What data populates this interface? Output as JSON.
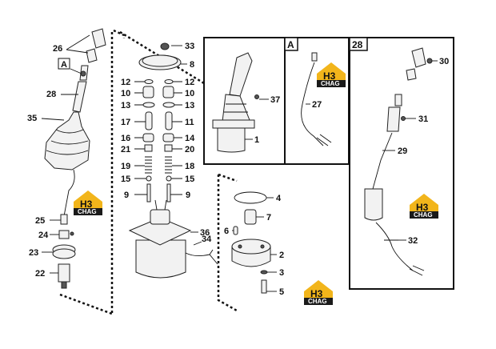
{
  "callouts": [
    {
      "id": "c26",
      "text": "26"
    },
    {
      "id": "cA",
      "text": "A"
    },
    {
      "id": "c28",
      "text": "28"
    },
    {
      "id": "c35",
      "text": "35"
    },
    {
      "id": "c25",
      "text": "25"
    },
    {
      "id": "c24",
      "text": "24"
    },
    {
      "id": "c23",
      "text": "23"
    },
    {
      "id": "c22",
      "text": "22"
    },
    {
      "id": "c33",
      "text": "33"
    },
    {
      "id": "c8",
      "text": "8"
    },
    {
      "id": "c12a",
      "text": "12"
    },
    {
      "id": "c12b",
      "text": "12"
    },
    {
      "id": "c10a",
      "text": "10"
    },
    {
      "id": "c10b",
      "text": "10"
    },
    {
      "id": "c13a",
      "text": "13"
    },
    {
      "id": "c13b",
      "text": "13"
    },
    {
      "id": "c17",
      "text": "17"
    },
    {
      "id": "c11",
      "text": "11"
    },
    {
      "id": "c16",
      "text": "16"
    },
    {
      "id": "c14",
      "text": "14"
    },
    {
      "id": "c21",
      "text": "21"
    },
    {
      "id": "c20",
      "text": "20"
    },
    {
      "id": "c19",
      "text": "19"
    },
    {
      "id": "c18",
      "text": "18"
    },
    {
      "id": "c15a",
      "text": "15"
    },
    {
      "id": "c15b",
      "text": "15"
    },
    {
      "id": "c9a",
      "text": "9"
    },
    {
      "id": "c9b",
      "text": "9"
    },
    {
      "id": "c36",
      "text": "36"
    },
    {
      "id": "c34",
      "text": "34"
    },
    {
      "id": "c4",
      "text": "4"
    },
    {
      "id": "c7",
      "text": "7"
    },
    {
      "id": "c6",
      "text": "6"
    },
    {
      "id": "c2",
      "text": "2"
    },
    {
      "id": "c3",
      "text": "3"
    },
    {
      "id": "c5",
      "text": "5"
    },
    {
      "id": "c37",
      "text": "37"
    },
    {
      "id": "c1",
      "text": "1"
    },
    {
      "id": "c27",
      "text": "27"
    },
    {
      "id": "c30",
      "text": "30"
    },
    {
      "id": "c31",
      "text": "31"
    },
    {
      "id": "c29",
      "text": "29"
    },
    {
      "id": "c32",
      "text": "32"
    }
  ],
  "boxes": {
    "box_a_label": "A",
    "box_28_label": "28"
  },
  "logo": {
    "mark": "H3",
    "brand": "CHAG",
    "colors": {
      "accent": "#f2b51b",
      "dark": "#1a1a1a"
    }
  }
}
